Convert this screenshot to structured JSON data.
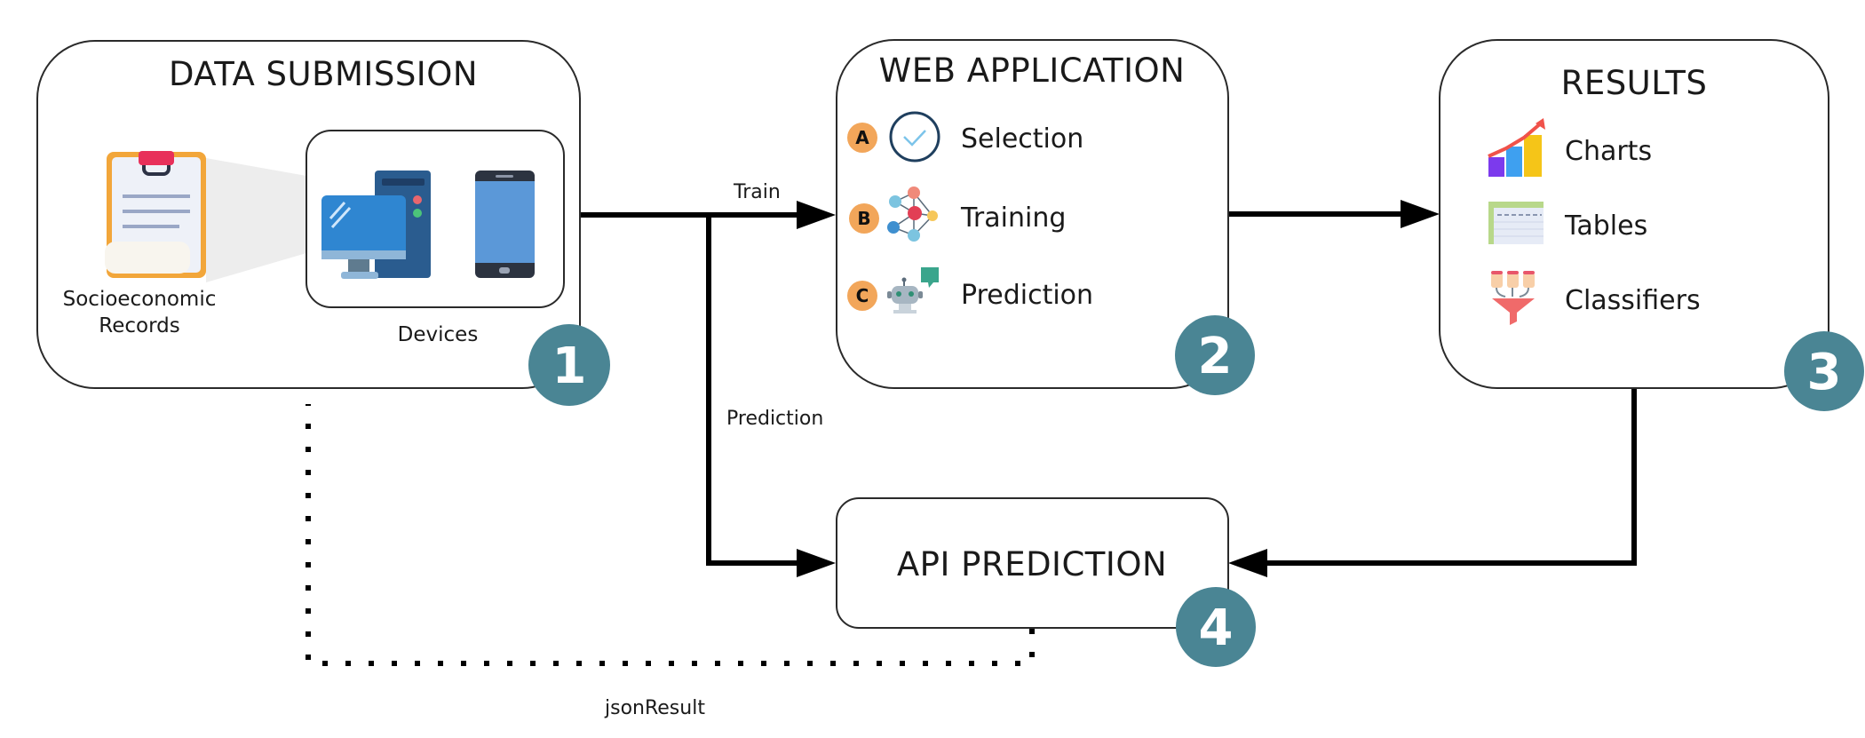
{
  "colors": {
    "badge": "#4a8594",
    "letter_badge": "#f2a65a"
  },
  "nodes": {
    "data_submission": {
      "title": "DATA SUBMISSION",
      "badge": "1",
      "records_label_line1": "Socioeconomic",
      "records_label_line2": "Records",
      "devices_label": "Devices",
      "icons": [
        "clipboard-icon",
        "desktop-computer-icon",
        "smartphone-icon"
      ]
    },
    "web_application": {
      "title": "WEB APPLICATION",
      "badge": "2",
      "steps": [
        {
          "letter": "A",
          "label": "Selection",
          "icon": "check-circle-icon"
        },
        {
          "letter": "B",
          "label": "Training",
          "icon": "neural-network-icon"
        },
        {
          "letter": "C",
          "label": "Prediction",
          "icon": "robot-icon"
        }
      ]
    },
    "results": {
      "title": "RESULTS",
      "badge": "3",
      "items": [
        {
          "label": "Charts",
          "icon": "bar-chart-icon"
        },
        {
          "label": "Tables",
          "icon": "table-icon"
        },
        {
          "label": "Classifiers",
          "icon": "funnel-icon"
        }
      ]
    },
    "api_prediction": {
      "title": "API PREDICTION",
      "badge": "4"
    }
  },
  "edges": {
    "train": "Train",
    "prediction": "Prediction",
    "json_result": "jsonResult"
  }
}
